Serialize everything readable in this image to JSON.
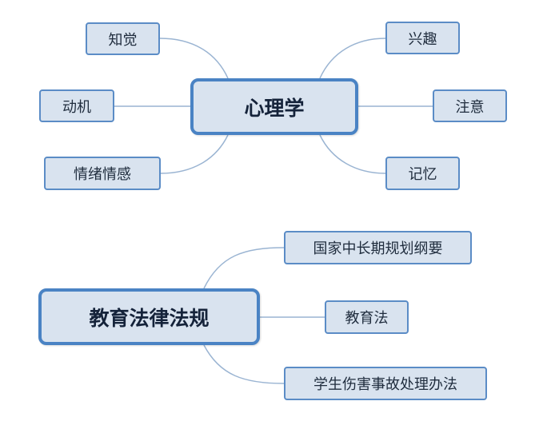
{
  "maps": [
    {
      "central": "心理学",
      "branches": [
        "知觉",
        "兴趣",
        "动机",
        "注意",
        "情绪情感",
        "记忆"
      ]
    },
    {
      "central": "教育法律法规",
      "branches": [
        "国家中长期规划纲要",
        "教育法",
        "学生伤害事故处理办法"
      ]
    }
  ],
  "colors": {
    "node_fill": "#d9e3ef",
    "node_border": "#5b8cc6",
    "connector": "#9ab4d2"
  }
}
